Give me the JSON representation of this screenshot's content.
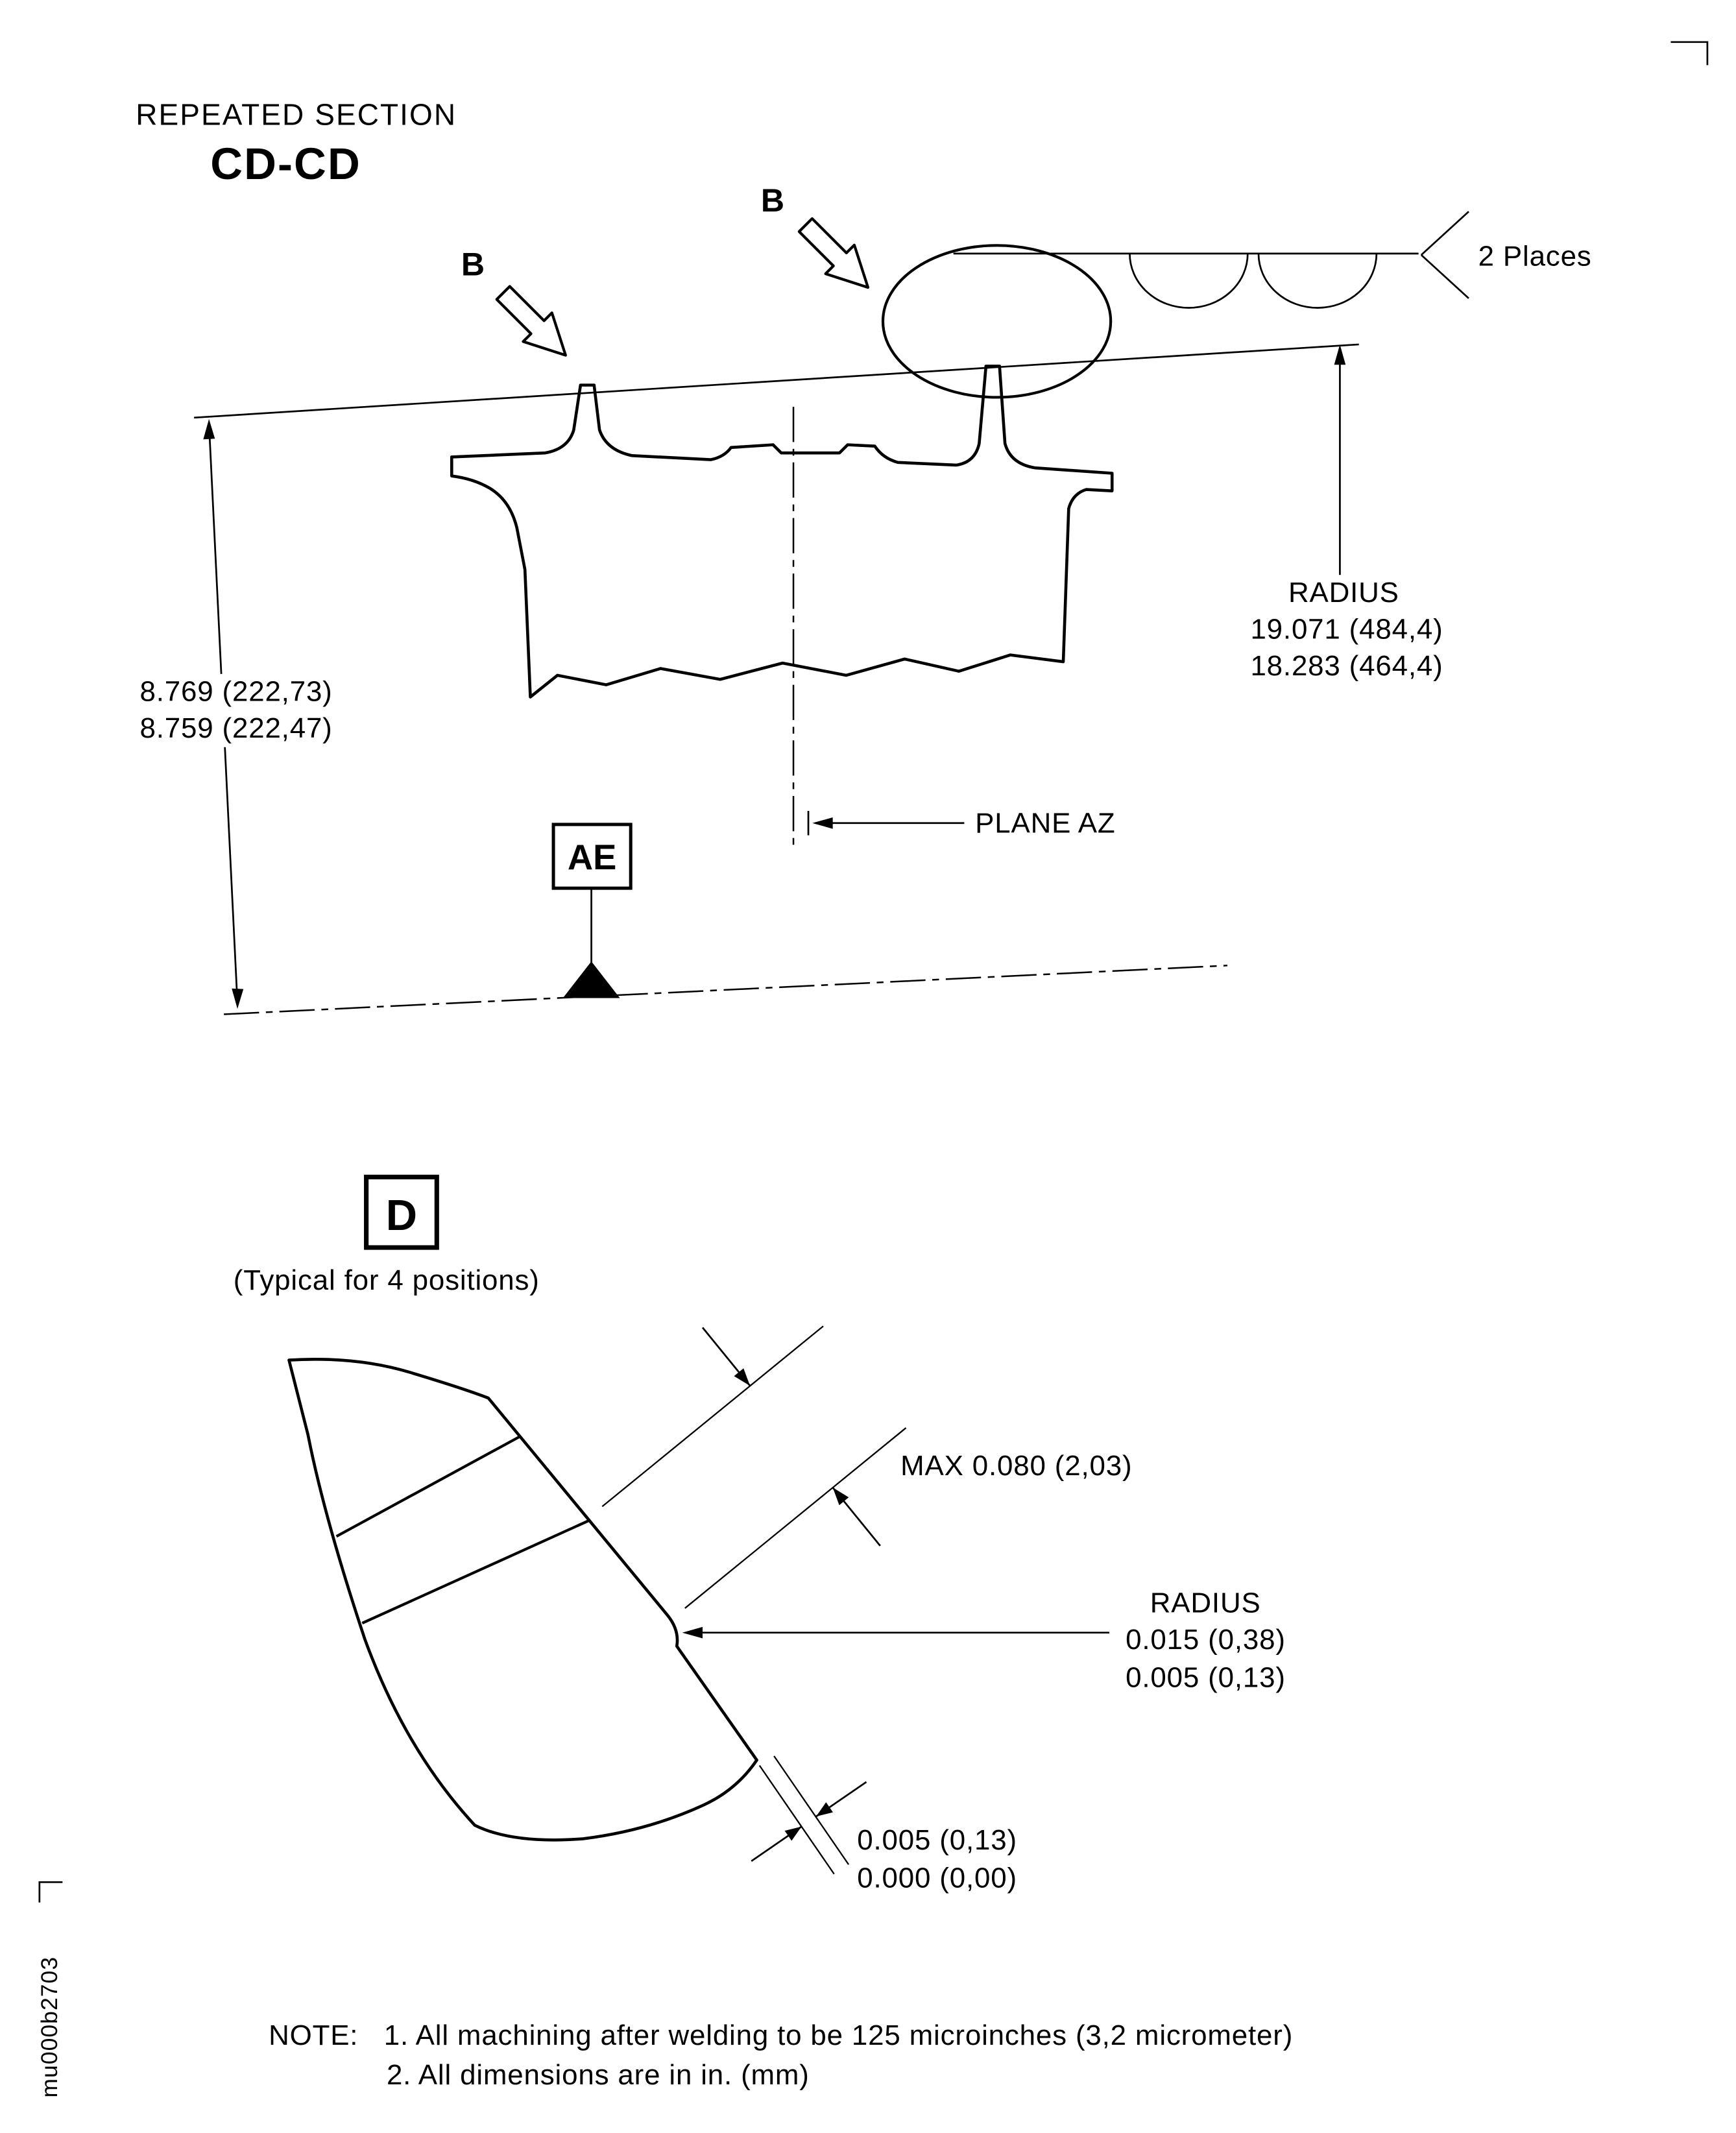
{
  "drawing": {
    "section_header": "REPEATED SECTION",
    "section_name": "CD-CD",
    "view_arrow_label": "B",
    "places_note": "2 Places",
    "radius_callout": {
      "label": "RADIUS",
      "upper": "19.071 (484,4)",
      "lower": "18.283 (464,4)"
    },
    "height_dim": {
      "upper": "8.769 (222,73)",
      "lower": "8.759 (222,47)"
    },
    "plane_label": "PLANE AZ",
    "datum_label": "AE"
  },
  "detail": {
    "label": "D",
    "typical": "(Typical for 4 positions)",
    "max_dim": "MAX 0.080 (2,03)",
    "radius_callout": {
      "label": "RADIUS",
      "upper": "0.015 (0,38)",
      "lower": "0.005 (0,13)"
    },
    "gap_dim": {
      "upper": "0.005 (0,13)",
      "lower": "0.000 (0,00)"
    }
  },
  "notes": {
    "label": "NOTE:",
    "items": [
      "1. All machining after welding to be 125 microinches (3,2 micrometer)",
      "2. All dimensions are in in. (mm)"
    ]
  },
  "doc_id": "mu000b2703"
}
